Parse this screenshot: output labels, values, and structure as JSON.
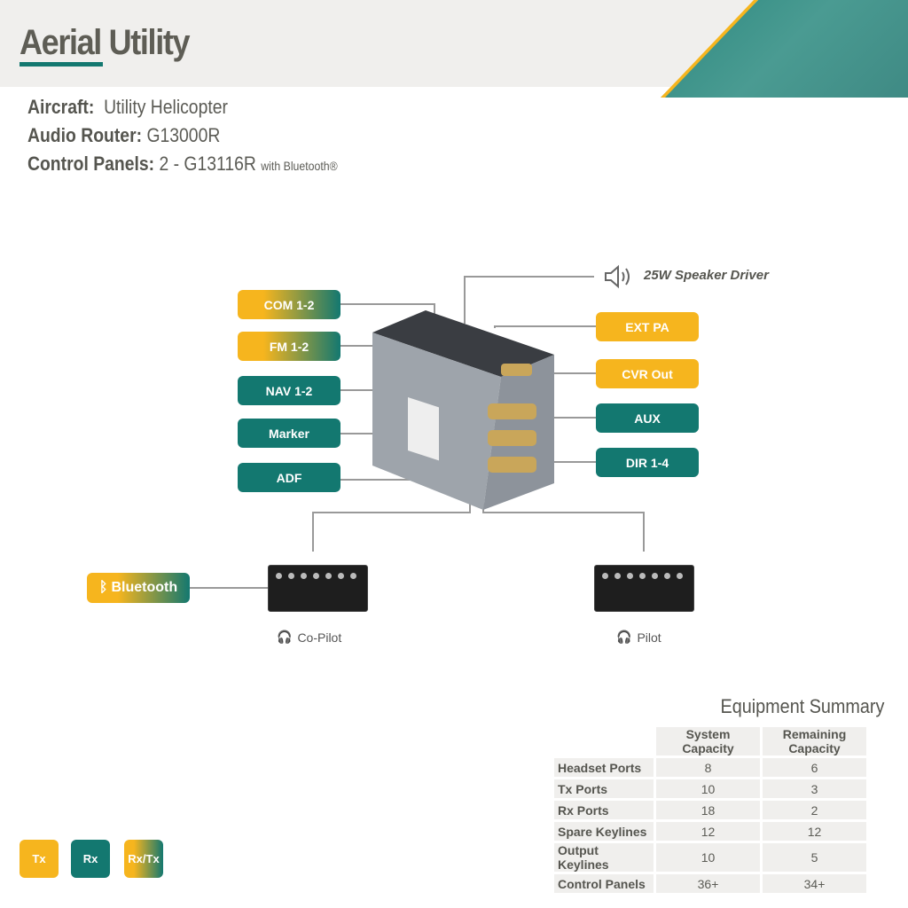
{
  "header": {
    "title": "Aerial Utility"
  },
  "info": {
    "aircraft_label": "Aircraft:",
    "aircraft_value": "Utility Helicopter",
    "router_label": "Audio Router:",
    "router_value": "G13000R",
    "panels_label": "Control Panels:",
    "panels_value": "2 - G13116R",
    "panels_note": "with Bluetooth®"
  },
  "diagram": {
    "left": [
      "COM 1-2",
      "FM 1-2",
      "NAV 1-2",
      "Marker",
      "ADF"
    ],
    "right": [
      "EXT PA",
      "CVR Out",
      "AUX",
      "DIR 1-4"
    ],
    "speaker": "25W Speaker Driver",
    "bluetooth": "Bluetooth",
    "copilot": "Co-Pilot",
    "pilot": "Pilot"
  },
  "summary": {
    "title": "Equipment Summary",
    "columns": [
      "System Capacity",
      "Remaining Capacity"
    ],
    "rows": [
      {
        "label": "Headset Ports",
        "system": "8",
        "remaining": "6"
      },
      {
        "label": "Tx Ports",
        "system": "10",
        "remaining": "3"
      },
      {
        "label": "Rx Ports",
        "system": "18",
        "remaining": "2"
      },
      {
        "label": "Spare Keylines",
        "system": "12",
        "remaining": "12"
      },
      {
        "label": "Output Keylines",
        "system": "10",
        "remaining": "5"
      },
      {
        "label": "Control Panels",
        "system": "36+",
        "remaining": "34+"
      }
    ]
  },
  "legend": {
    "tx": "Tx",
    "rx": "Rx",
    "rxtx": "Rx/Tx"
  },
  "colors": {
    "tx": "#f6b51e",
    "rx": "#137870"
  }
}
